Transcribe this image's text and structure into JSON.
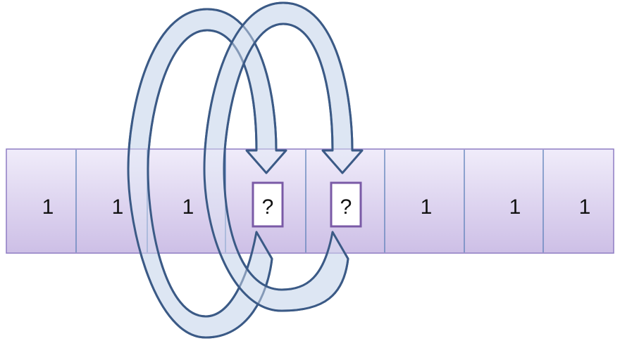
{
  "tape": {
    "cells": [
      {
        "label": "1",
        "kind": "value"
      },
      {
        "label": "1",
        "kind": "value"
      },
      {
        "label": "1",
        "kind": "value"
      },
      {
        "label": "?",
        "kind": "unknown"
      },
      {
        "label": "?",
        "kind": "unknown"
      },
      {
        "label": "1",
        "kind": "value"
      },
      {
        "label": "1",
        "kind": "value"
      },
      {
        "label": "1",
        "kind": "value"
      }
    ]
  },
  "colors": {
    "tape_fill_top": "#f0ecfa",
    "tape_fill_bottom": "#cdbfe6",
    "tape_border": "#8e7cc3",
    "cell_divider": "#5b7fb8",
    "unknown_box_border": "#7a5aa6",
    "arrow_fill": "#dde6f3",
    "arrow_stroke": "#3b5a86"
  },
  "arrows": [
    {
      "name": "loop-arrow-left",
      "target_cell": 3
    },
    {
      "name": "loop-arrow-right",
      "target_cell": 4
    }
  ]
}
